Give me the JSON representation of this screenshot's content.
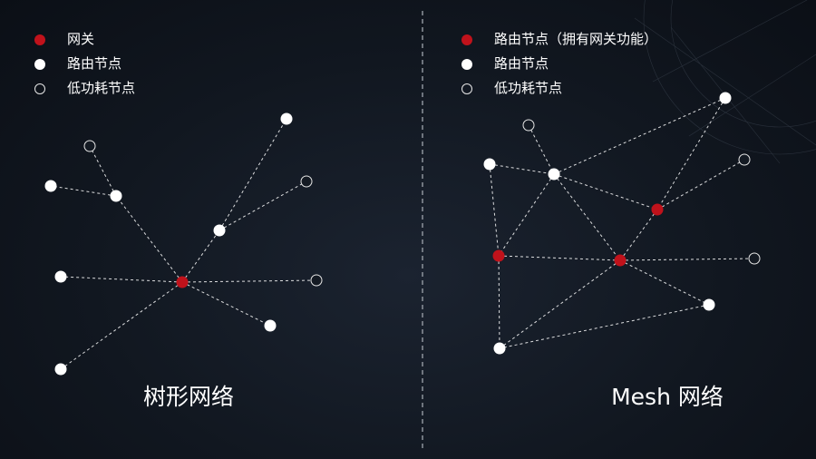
{
  "legend_left": [
    {
      "kind": "gateway",
      "label": "网关"
    },
    {
      "kind": "router",
      "label": "路由节点"
    },
    {
      "kind": "lowpower",
      "label": "低功耗节点"
    }
  ],
  "legend_right": [
    {
      "kind": "gateway",
      "label": "路由节点（拥有网关功能）"
    },
    {
      "kind": "router",
      "label": "路由节点"
    },
    {
      "kind": "lowpower",
      "label": "低功耗节点"
    }
  ],
  "tree": {
    "caption": "树形网络",
    "nodes": [
      {
        "id": "g",
        "kind": "gateway"
      },
      {
        "id": "r1",
        "kind": "router"
      },
      {
        "id": "r2",
        "kind": "router"
      },
      {
        "id": "r3",
        "kind": "router"
      },
      {
        "id": "r4",
        "kind": "router"
      },
      {
        "id": "r5",
        "kind": "router"
      },
      {
        "id": "r6",
        "kind": "router"
      },
      {
        "id": "r7",
        "kind": "router"
      },
      {
        "id": "l1",
        "kind": "lowpower"
      },
      {
        "id": "l2",
        "kind": "lowpower"
      },
      {
        "id": "l3",
        "kind": "lowpower"
      }
    ],
    "links": [
      [
        "g",
        "r4"
      ],
      [
        "g",
        "r2"
      ],
      [
        "g",
        "r5"
      ],
      [
        "g",
        "l3"
      ],
      [
        "g",
        "r6"
      ],
      [
        "g",
        "r7"
      ],
      [
        "r4",
        "r3"
      ],
      [
        "r4",
        "l2"
      ],
      [
        "r2",
        "r1"
      ],
      [
        "r2",
        "l1"
      ]
    ]
  },
  "mesh": {
    "caption": "Mesh 网络",
    "nodes": [
      {
        "id": "m_l1",
        "kind": "lowpower"
      },
      {
        "id": "m_r1",
        "kind": "router"
      },
      {
        "id": "m_r2",
        "kind": "router"
      },
      {
        "id": "m_r3",
        "kind": "router"
      },
      {
        "id": "m_l2",
        "kind": "lowpower"
      },
      {
        "id": "m_g1",
        "kind": "gateway"
      },
      {
        "id": "m_g2",
        "kind": "gateway"
      },
      {
        "id": "m_g3",
        "kind": "gateway"
      },
      {
        "id": "m_l3",
        "kind": "lowpower"
      },
      {
        "id": "m_r4",
        "kind": "router"
      },
      {
        "id": "m_r5",
        "kind": "router"
      }
    ],
    "links": [
      [
        "m_l1",
        "m_r2"
      ],
      [
        "m_r1",
        "m_r2"
      ],
      [
        "m_r1",
        "m_g2"
      ],
      [
        "m_r2",
        "m_r3"
      ],
      [
        "m_r2",
        "m_g2"
      ],
      [
        "m_r2",
        "m_g3"
      ],
      [
        "m_r2",
        "m_g1"
      ],
      [
        "m_r3",
        "m_g1"
      ],
      [
        "m_g1",
        "m_l2"
      ],
      [
        "m_g1",
        "m_g3"
      ],
      [
        "m_g2",
        "m_g3"
      ],
      [
        "m_g2",
        "m_r5"
      ],
      [
        "m_g3",
        "m_l3"
      ],
      [
        "m_g3",
        "m_r4"
      ],
      [
        "m_g3",
        "m_r5"
      ],
      [
        "m_r4",
        "m_r5"
      ]
    ]
  },
  "colors": {
    "gateway": "#c0121b",
    "router": "#ffffff",
    "lowpower_stroke": "#e6e6e6",
    "link": "#ffffff",
    "divider": "#8d939c"
  }
}
